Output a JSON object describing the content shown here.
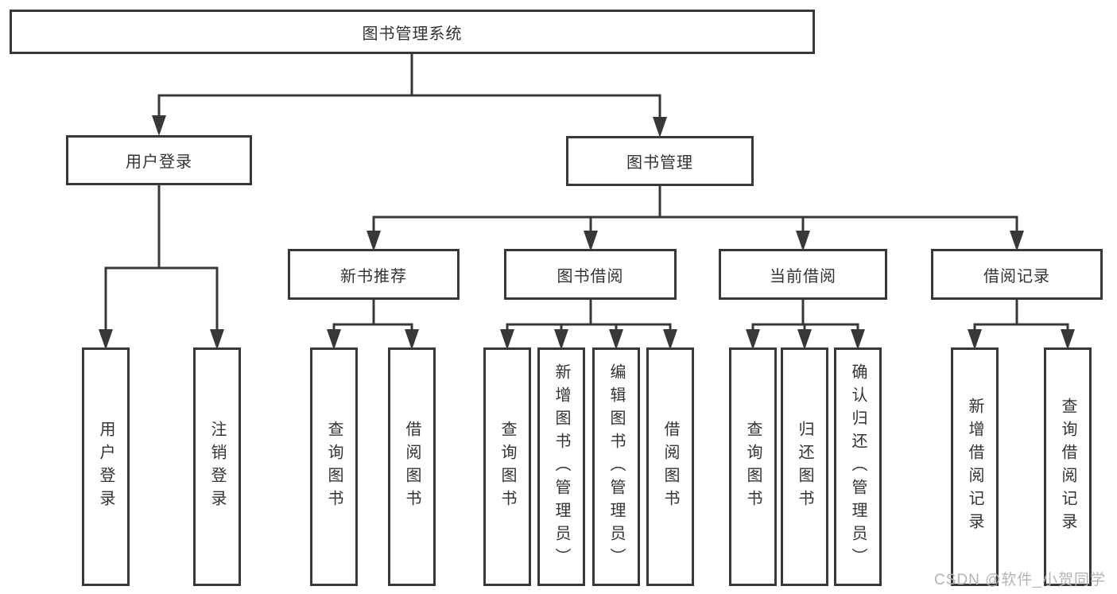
{
  "diagram": {
    "root": {
      "label": "图书管理系统"
    },
    "user_login": {
      "label": "用户登录",
      "children": [
        {
          "label": "用户登录"
        },
        {
          "label": "注销登录"
        }
      ]
    },
    "book_management": {
      "label": "图书管理",
      "sections": {
        "new_books": {
          "label": "新书推荐",
          "children": [
            {
              "label": "查询图书"
            },
            {
              "label": "借阅图书"
            }
          ]
        },
        "borrowing": {
          "label": "图书借阅",
          "children": [
            {
              "label": "查询图书"
            },
            {
              "label": "新增图书（管理员）"
            },
            {
              "label": "编辑图书（管理员）"
            },
            {
              "label": "借阅图书"
            }
          ]
        },
        "current": {
          "label": "当前借阅",
          "children": [
            {
              "label": "查询图书"
            },
            {
              "label": "归还图书"
            },
            {
              "label": "确认归还（管理员）"
            }
          ]
        },
        "records": {
          "label": "借阅记录",
          "children": [
            {
              "label": "新增借阅记录"
            },
            {
              "label": "查询借阅记录"
            }
          ]
        }
      }
    }
  },
  "watermark": {
    "text": "CSDN @软件_小贺同学"
  },
  "colors": {
    "line": "#383838",
    "text": "#333333",
    "watermark": "#b4b4b4",
    "background": "#ffffff"
  }
}
